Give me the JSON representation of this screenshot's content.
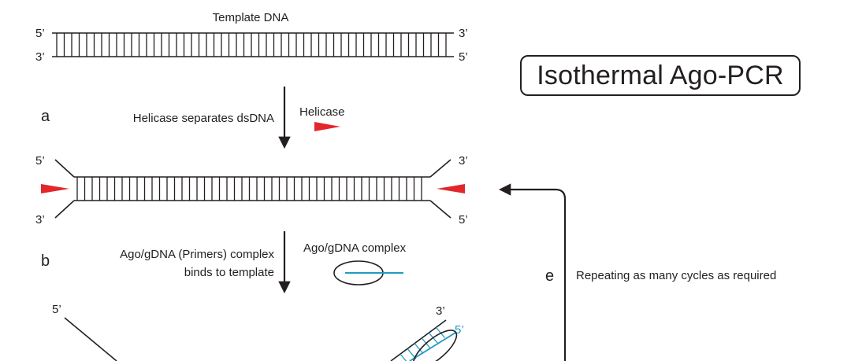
{
  "title": "Isothermal Ago-PCR",
  "template_label": "Template DNA",
  "ends": {
    "five_prime": "5’",
    "three_prime": "3’"
  },
  "steps": {
    "a": {
      "letter": "a",
      "caption": "Helicase separates dsDNA",
      "legend": "Helicase"
    },
    "b": {
      "letter": "b",
      "caption_line1": "Ago/gDNA (Primers) complex",
      "caption_line2": "binds to template",
      "legend": "Ago/gDNA complex"
    },
    "e": {
      "letter": "e",
      "caption": "Repeating as many cycles as required"
    }
  },
  "colors": {
    "strand": "#231f20",
    "helicase": "#e3262b",
    "guide_dna": "#1e9bc3"
  }
}
